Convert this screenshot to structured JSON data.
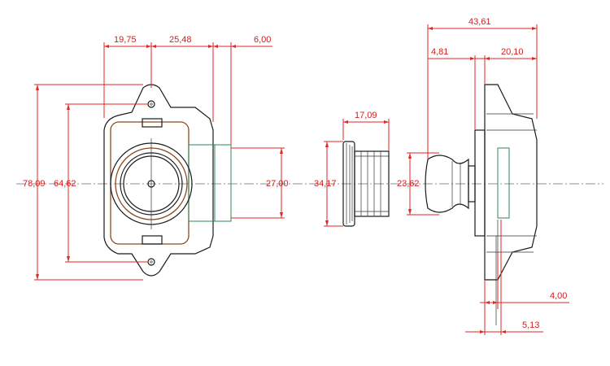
{
  "dimensions": {
    "front_width_left": "19,75",
    "front_width_right": "25,48",
    "front_flange": "6,00",
    "front_height_total": "78,09",
    "front_hole_spacing": "64,62",
    "front_body_height": "27,00",
    "bezel_depth": "17,09",
    "bezel_diameter": "34,17",
    "side_total_length": "43,61",
    "side_knob_offset": "4,81",
    "side_body_length": "20,10",
    "knob_diameter": "23,62",
    "bottom_offset_1": "4,00",
    "bottom_offset_2": "5,13"
  },
  "colors": {
    "dimension_line": "#e32626",
    "outline": "#1a1a1a",
    "knob_ring": "#8b4a22",
    "inner_body": "#2a8a55"
  }
}
